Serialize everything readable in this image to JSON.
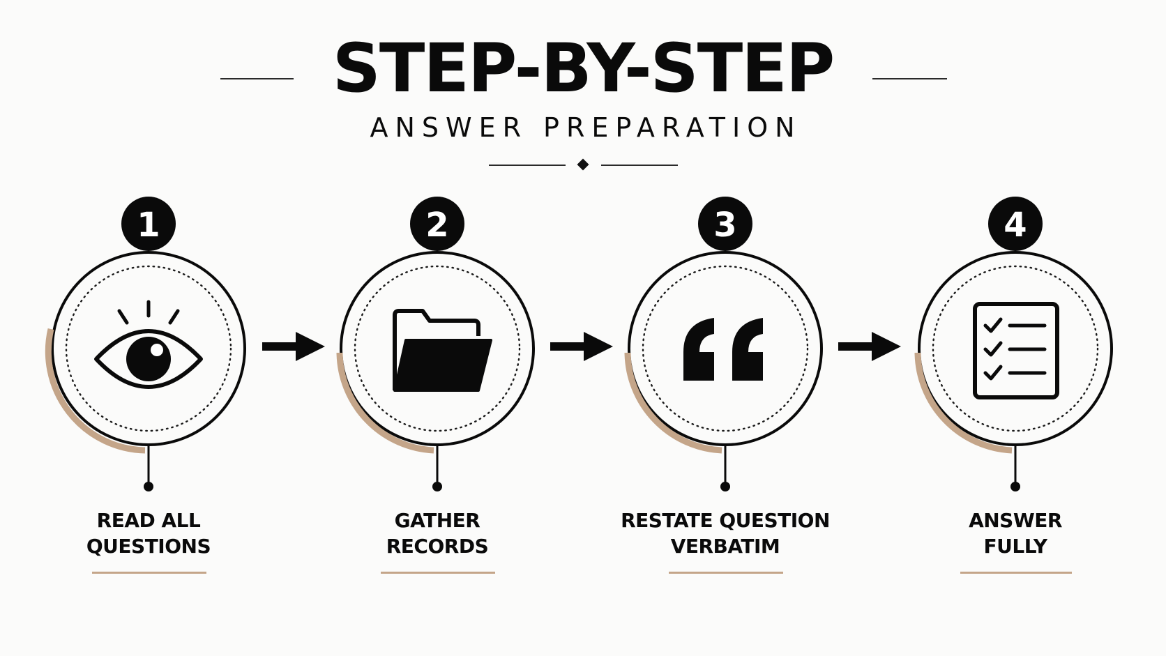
{
  "header": {
    "title": "STEP-BY-STEP",
    "subtitle": "ANSWER PREPARATION"
  },
  "colors": {
    "accent": "#c4a589",
    "ink": "#0a0a0a",
    "background": "#fbfbfa"
  },
  "steps": [
    {
      "number": "1",
      "label_lines": [
        "READ ALL",
        "QUESTIONS"
      ],
      "icon": "eye-icon"
    },
    {
      "number": "2",
      "label_lines": [
        "GATHER",
        "RECORDS"
      ],
      "icon": "folder-icon"
    },
    {
      "number": "3",
      "label_lines": [
        "RESTATE QUESTION",
        "VERBATIM"
      ],
      "icon": "quote-icon"
    },
    {
      "number": "4",
      "label_lines": [
        "ANSWER",
        "FULLY"
      ],
      "icon": "checklist-icon"
    }
  ]
}
